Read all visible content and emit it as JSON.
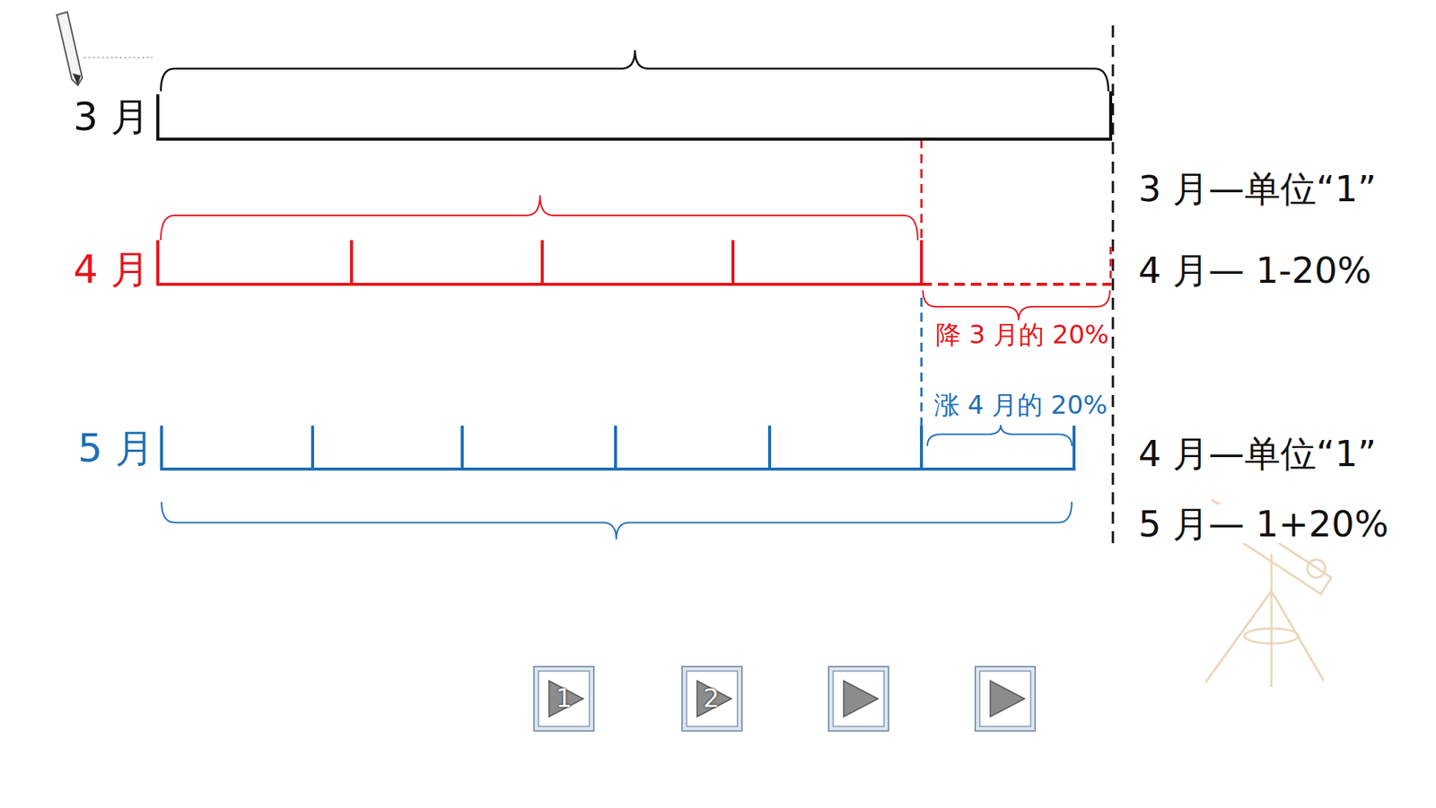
{
  "diagram": {
    "labels": [
      "3 月",
      "3 月—单位“1”",
      "4 月",
      "4 月— 1-20%",
      "降 3 月的 20%",
      "涨 4 月的 20%",
      "5 月",
      "4 月—单位“1”",
      "5 月— 1+20%",
      "1",
      "2"
    ]
  }
}
